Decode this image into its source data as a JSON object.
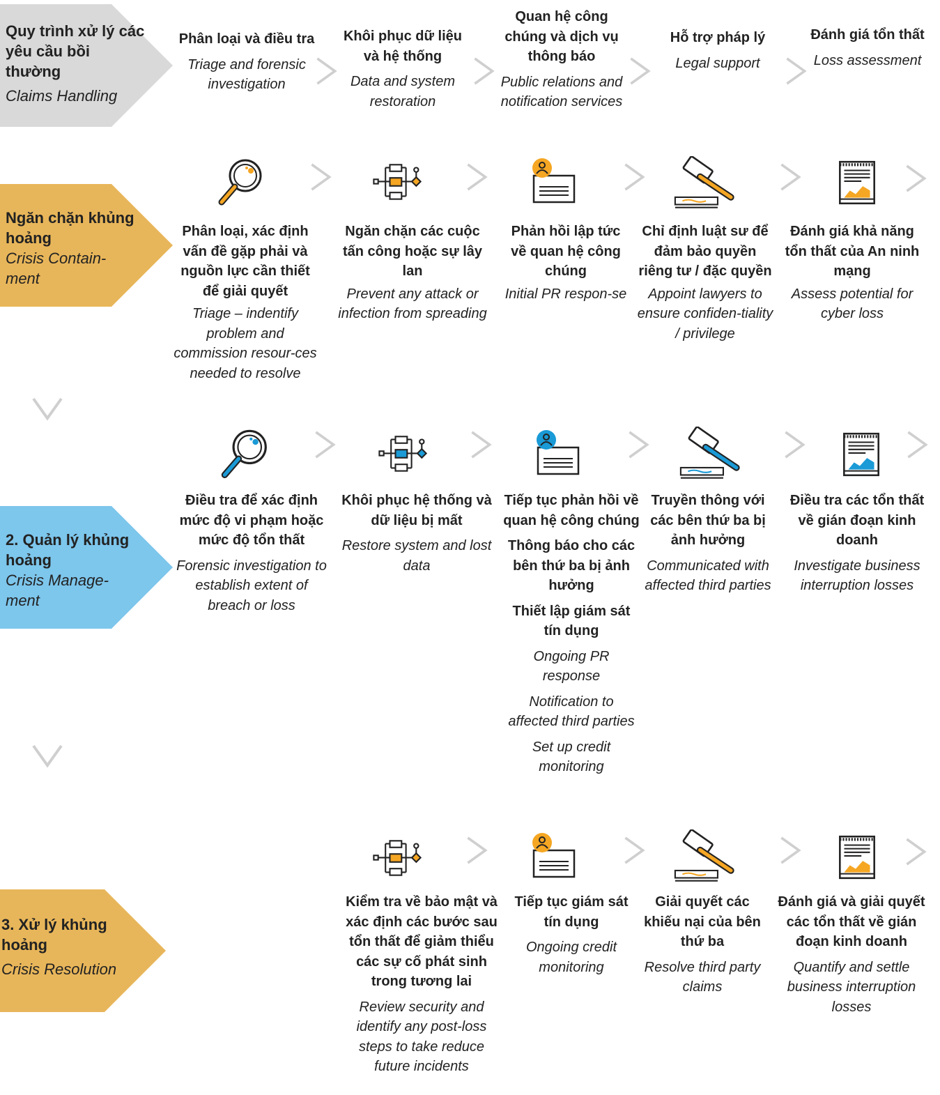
{
  "colors": {
    "gray": "#d9d9d9",
    "orange": "#e8b65a",
    "blue": "#7dc6ec",
    "chevron": "#cfcfcf",
    "ink": "#222222",
    "icon_orange": "#f5a623",
    "icon_blue": "#1a9ad6"
  },
  "rows": {
    "claims": {
      "tag_vi": "Quy trình xử lý các yêu cầu bồi thường",
      "tag_en": "Claims Handling",
      "steps": [
        {
          "vi": "Phân loại và điều tra",
          "en": "Triage and forensic investigation"
        },
        {
          "vi": "Khôi phục dữ liệu và hệ thống",
          "en": "Data and system restoration"
        },
        {
          "vi": "Quan hệ công chúng và dịch vụ thông báo",
          "en": "Public relations and notification services"
        },
        {
          "vi": "Hỗ trợ pháp lý",
          "en": "Legal support"
        },
        {
          "vi": "Đánh giá tổn thất",
          "en": "Loss assessment"
        }
      ]
    },
    "containment": {
      "tag_vi": "Ngăn chặn khủng hoảng",
      "tag_en": "Crisis Contain-ment",
      "icons": [
        "magnifier-icon",
        "process-flow-icon",
        "person-card-icon",
        "gavel-icon",
        "report-chart-icon"
      ],
      "steps": [
        {
          "vi": "Phân loại, xác định vấn đề gặp phải và nguồn lực cần thiết để giải quyết",
          "en": "Triage – indentify problem and commission resour-ces needed to resolve"
        },
        {
          "vi": "Ngăn chặn các cuộc tấn công hoặc sự lây lan",
          "en": "Prevent any attack or infection from spreading"
        },
        {
          "vi": "Phản hồi lập tức về quan hệ công chúng",
          "en": "Initial PR respon-se"
        },
        {
          "vi": "Chỉ định luật sư để đảm bảo quyền riêng tư / đặc quyền",
          "en": "Appoint lawyers to ensure confiden-tiality / privilege"
        },
        {
          "vi": "Đánh giá khả năng tổn thất của An ninh mạng",
          "en": "Assess potential for cyber loss"
        }
      ]
    },
    "management": {
      "tag_vi": "2. Quản lý khủng hoảng",
      "tag_en": "Crisis Manage-ment",
      "icons": [
        "magnifier-icon",
        "process-flow-icon",
        "person-card-icon",
        "gavel-icon",
        "report-chart-icon"
      ],
      "steps": [
        {
          "vi": "Điều tra để xác định mức độ vi phạm hoặc mức độ tổn thất",
          "en": "Forensic investigation to establish extent of breach or loss"
        },
        {
          "vi": "Khôi phục hệ thống và dữ liệu bị mất",
          "en": "Restore system and lost data"
        },
        {
          "vi": "Tiếp tục phản hồi về quan hệ công chúng",
          "vi2": "Thông báo cho các bên thứ ba bị ảnh hưởng",
          "vi3": "Thiết lập giám sát tín dụng",
          "en": "Ongoing PR response",
          "en2": "Notification to affected third parties",
          "en3": "Set up credit monitoring"
        },
        {
          "vi": "Truyền thông với các bên thứ ba bị ảnh hưởng",
          "en": "Communicated with affected third parties"
        },
        {
          "vi": "Điều tra các tổn thất về gián đoạn kinh doanh",
          "en": "Investigate business interruption losses"
        }
      ]
    },
    "resolution": {
      "tag_vi": "3. Xử lý khủng hoảng",
      "tag_en": "Crisis Resolution",
      "icons": [
        "process-flow-icon",
        "person-card-icon",
        "gavel-icon",
        "report-chart-icon"
      ],
      "steps": [
        {
          "vi": "Kiểm tra về bảo mật và xác định các bước sau tổn thất để giảm thiểu các sự cố phát sinh trong tương lai",
          "en": "Review security and identify any post-loss steps to take reduce future incidents"
        },
        {
          "vi": "Tiếp tục giám sát tín dụng",
          "en": "Ongoing credit monitoring"
        },
        {
          "vi": "Giải quyết các khiếu nại của bên thứ ba",
          "en": "Resolve third party claims"
        },
        {
          "vi": "Đánh giá và giải quyết các tổn thất về gián đoạn kinh doanh",
          "en": "Quantify and settle business interruption losses"
        }
      ]
    }
  }
}
